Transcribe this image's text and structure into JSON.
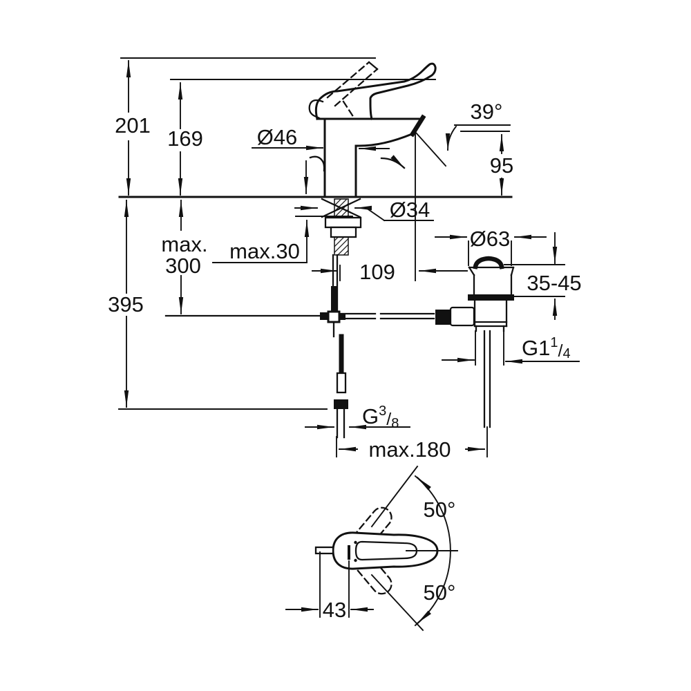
{
  "drawing": {
    "background": "#ffffff",
    "line_color": "#111111",
    "side_view": {
      "overall_height": "201",
      "spout_top_height": "169",
      "body_diameter": "Ø46",
      "spout_angle": "39°",
      "outlet_height": "95",
      "shank_diameter": "Ø34",
      "max_deck_thickness": "max.30",
      "max_hose_drop_line1": "max.",
      "max_hose_drop_line2": "300",
      "spout_reach": "109",
      "total_height_below_deck": "395",
      "waste_flange_diameter": "Ø63",
      "basin_thickness_range": "35-45",
      "waste_thread": {
        "base": "G1",
        "sup": "1",
        "slash": "/",
        "sub": "4"
      },
      "supply_thread": {
        "base": "G",
        "sup": "3",
        "slash": "/",
        "sub": "8"
      },
      "max_waste_distance": "max.180"
    },
    "plan_view": {
      "handle_swing_up": "50°",
      "handle_swing_down": "50°",
      "handle_clearance": "43"
    }
  }
}
